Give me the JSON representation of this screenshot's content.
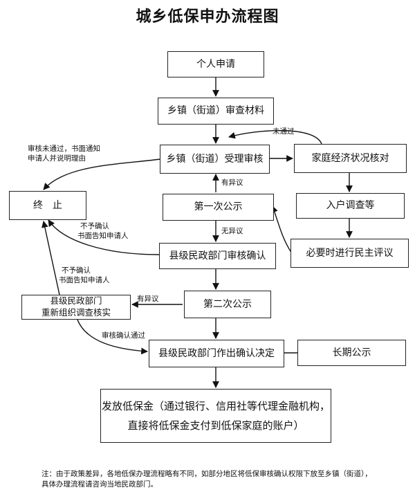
{
  "title": "城乡低保申办流程图",
  "boxes": {
    "apply": "个人申请",
    "town_review": "乡镇（街道）审查材料",
    "town_accept": "乡镇（街道）受理审核",
    "family_check": "家庭经济状况核对",
    "terminate": "终　止",
    "first_public": "第一次公示",
    "home_survey": "入户调查等",
    "democratic": "必要时进行民主评议",
    "county_confirm": "县级民政部门审核确认",
    "second_public": "第二次公示",
    "reinvestigate_line1": "县级民政部门",
    "reinvestigate_line2": "重新组织调查核实",
    "decision": "县级民政部门作出确认决定",
    "long_public": "长期公示",
    "payout_line1": "发放低保金（通过银行、信用社等代理金融机构，",
    "payout_line2": "直接将低保金支付到低保家庭的账户）"
  },
  "labels": {
    "not_passed": "未通过",
    "fail_notice_1": "审核未通过，书面通知",
    "fail_notice_2": "申请人并说明理由",
    "objection_1": "有异议",
    "no_objection": "无异议",
    "not_confirm_1a": "不予确认",
    "not_confirm_1b": "书面告知申请人",
    "not_confirm_2a": "不予确认",
    "not_confirm_2b": "书面告知申请人",
    "objection_2": "有异议",
    "confirm_passed": "审核确认通过"
  },
  "note": {
    "line1": "注：由于政策差异，各地低保办理流程略有不同，如部分地区将低保审核确认权限下放至乡镇（街道），",
    "line2": "具体办理流程请咨询当地民政部门。"
  }
}
